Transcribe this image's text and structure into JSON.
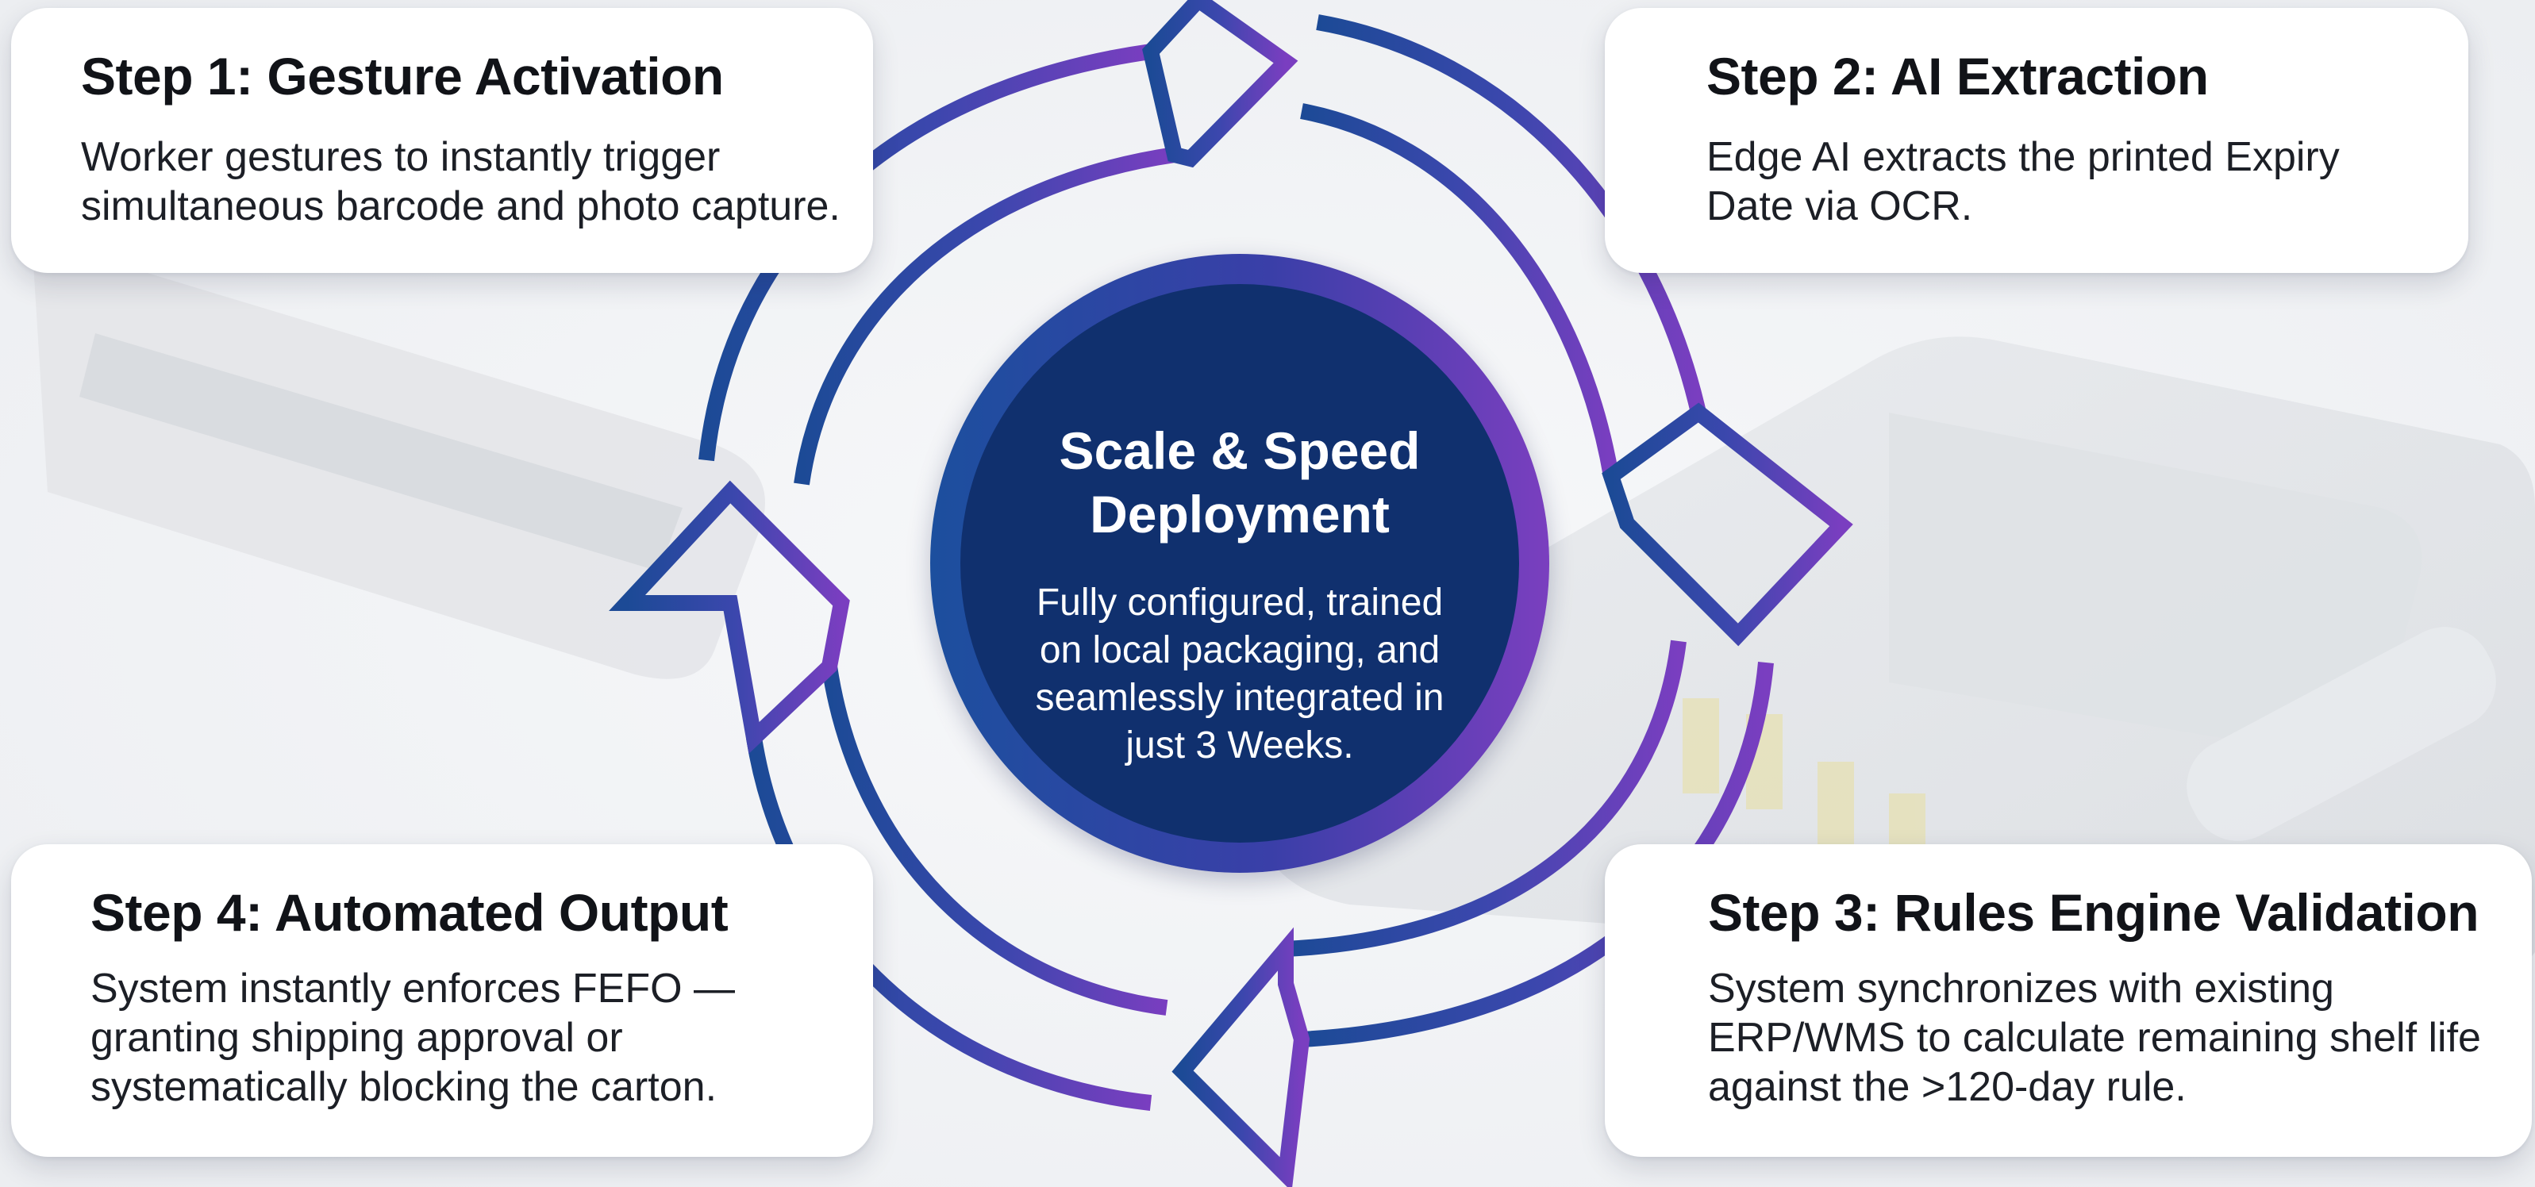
{
  "center": {
    "title": "Scale & Speed Deployment",
    "description": "Fully configured, trained on local packaging, and seamlessly integrated in just 3 Weeks."
  },
  "steps": [
    {
      "title": "Step 1: Gesture Activation",
      "description": "Worker gestures to instantly trigger simultaneous barcode and photo capture."
    },
    {
      "title": "Step 2: AI Extraction",
      "description": "Edge AI extracts the printed Expiry Date via OCR."
    },
    {
      "title": "Step 3: Rules Engine Validation",
      "description": "System synchronizes with existing ERP/WMS to calculate remaining shelf life against the >120-day rule."
    },
    {
      "title": "Step 4: Automated Output",
      "description": "System instantly enforces FEFO —granting shipping approval or systematically blocking the carton."
    }
  ],
  "colors": {
    "cycle_start": "#1c4a96",
    "cycle_end": "#7a3ec0",
    "center_fill": "#10306e",
    "card_fill": "#ffffff",
    "title_text": "#111318"
  },
  "icons": {
    "arrows": "hollow-cycle-arrows",
    "background": "faded-handheld-scanner"
  }
}
